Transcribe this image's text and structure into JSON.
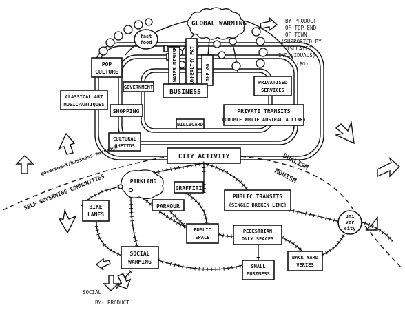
{
  "global_warming": "GLOBAL WARMING",
  "by_product_top": [
    "BY-PRODUCT",
    "OF TOP END",
    "OF TOWN",
    "(SUPPORTED BY",
    "ISOLATED",
    "INDIVIDUALS)",
    "($m)"
  ],
  "fast_food": [
    "fast",
    "food"
  ],
  "pop_culture": [
    "POP",
    "CULTURE"
  ],
  "water_misuse": "WATER MISUSE",
  "unhealthy_fat": "UNHEALTHY FAT",
  "the_gol": "THE GOL",
  "business": "BUSINESS",
  "government": "GOVERNMENT",
  "privatised_services": [
    "PRIVATISED",
    "SERVICES"
  ],
  "classical_art": [
    "CLASSICAL ART",
    "MUSIC/ANTIQUES"
  ],
  "shopping": "SHOPPING",
  "private_transits": [
    "PRIVATE TRANSITS",
    "(DOUBLE WHITE AUSTRALIA LINE)"
  ],
  "billboard": "BILLBOARD",
  "cultural_ghettos": [
    "CULTURAL",
    "GHETTOS"
  ],
  "city_activity": "CITY ACTIVITY",
  "gov_business": "government/business marriage",
  "self_governing": "SELF GOVERNING COMMUNITIES",
  "dualism": "DUALISM",
  "monism": "MONISM",
  "parkland": "PARKLAND",
  "graffiti": "GRAFFITI",
  "public_transits": [
    "PUBLIC TRANSITS",
    "(SINGLE BROKEN LINE)"
  ],
  "bike_lanes": [
    "BIKE",
    "LANES"
  ],
  "parkour": "PARKOUR",
  "public_space": [
    "PUBLIC",
    "SPACE"
  ],
  "pedestrian": [
    "PEDESTRIAN",
    "ONLY SPACES"
  ],
  "university": [
    "uni",
    "ver",
    "sity"
  ],
  "social_warming": [
    "SOCIAL",
    "WARMING"
  ],
  "small_business": [
    "SMALL",
    "BUSINESS"
  ],
  "back_yard": [
    "BACK YARD",
    "VERIES"
  ],
  "social_by_product": [
    "SOCIAL",
    "BY- PRODUCT"
  ]
}
